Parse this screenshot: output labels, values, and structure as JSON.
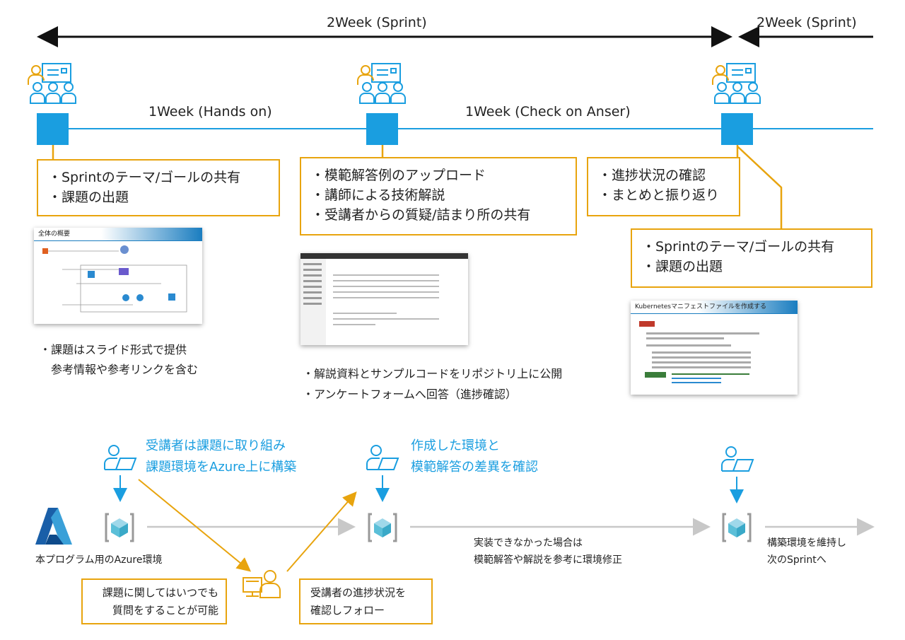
{
  "timeline": {
    "sprint_label_1": "2Week (Sprint)",
    "sprint_label_2": "2Week (Sprint)",
    "week_label_1": "1Week (Hands on)",
    "week_label_2": "1Week (Check on Anser)"
  },
  "boxes": {
    "kickoff": [
      "・Sprintのテーマ/ゴールの共有",
      "・課題の出題"
    ],
    "midpoint": [
      "・模範解答例のアップロード",
      "・講師による技術解説",
      "・受講者からの質疑/詰まり所の共有"
    ],
    "review": [
      "・進捗状況の確認",
      "・まとめと振り返り"
    ],
    "next_kickoff": [
      "・Sprintのテーマ/ゴールの共有",
      "・課題の出題"
    ]
  },
  "thumbnails": {
    "slide_title": "全体の概要",
    "slide2_title": "Kubernetesマニフェストファイルを作成する"
  },
  "notes": {
    "slides": [
      "・課題はスライド形式で提供",
      "参考情報や参考リンクを含む"
    ],
    "repo": [
      "・解説資料とサンプルコードをリポジトリ上に公開",
      "・アンケートフォームへ回答（進捗確認）"
    ]
  },
  "flow": {
    "student_build": [
      "受講者は課題に取り組み",
      "課題環境をAzure上に構築"
    ],
    "student_compare": [
      "作成した環境と",
      "模範解答の差異を確認"
    ],
    "azure_label": "本プログラム用のAzure環境",
    "fix_note": [
      "実装できなかった場合は",
      "模範解答や解説を参考に環境修正"
    ],
    "keep_note": [
      "構築環境を維持し",
      "次のSprintへ"
    ],
    "support_box": [
      "課題に関してはいつでも",
      "質問をすることが可能"
    ],
    "followup_box": [
      "受講者の進捗状況を",
      "確認しフォロー"
    ]
  },
  "colors": {
    "accent_blue": "#1a9ee0",
    "accent_orange": "#e8a40e",
    "gray_arrow": "#c8c8c8"
  }
}
